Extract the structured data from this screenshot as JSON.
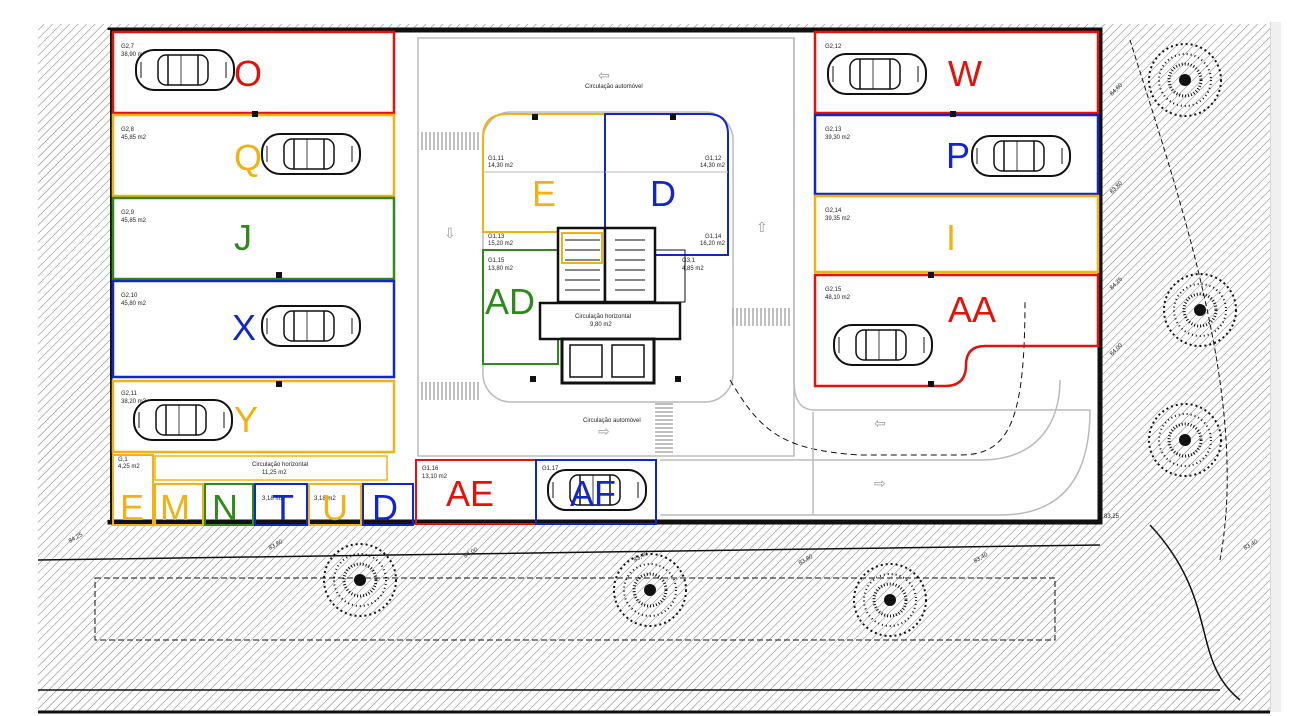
{
  "colors": {
    "red": "#e3120b",
    "orange": "#f2b213",
    "green": "#2f8a1d",
    "blue": "#1226cc",
    "wall": "#111111",
    "hatch": "#7a7a7a"
  },
  "labels": {
    "O": "O",
    "Q": "Q",
    "J": "J",
    "X": "X",
    "Y": "Y",
    "W": "W",
    "P": "P",
    "I": "I",
    "AA": "AA",
    "E_center": "E",
    "D_center": "D",
    "AD": "AD",
    "E_small": "E",
    "M": "M",
    "N": "N",
    "T": "T",
    "U": "U",
    "D_small": "D",
    "AE": "AE",
    "AF": "AF"
  },
  "spaces": {
    "g27": {
      "id": "G2,7",
      "area": "38,90 m2"
    },
    "g28": {
      "id": "G2,8",
      "area": "45,85 m2"
    },
    "g29": {
      "id": "G2,9",
      "area": "45,85 m2"
    },
    "g210": {
      "id": "G2,10",
      "area": "45,80 m2"
    },
    "g211": {
      "id": "G2,11",
      "area": "38,20 m2"
    },
    "g212": {
      "id": "G2,12",
      "area": ""
    },
    "g213": {
      "id": "G2,13",
      "area": "39,30 m2"
    },
    "g214": {
      "id": "G2,14",
      "area": "39,35 m2"
    },
    "g215": {
      "id": "G2,15",
      "area": "48,10 m2"
    },
    "g111": {
      "id": "G1,11",
      "area": "14,30 m2"
    },
    "g112": {
      "id": "G1,12",
      "area": "14,30 m2"
    },
    "g113": {
      "id": "G1,13",
      "area": "15,20 m2"
    },
    "g114": {
      "id": "G1,14",
      "area": "16,20 m2"
    },
    "g115": {
      "id": "G1,15",
      "area": "13,80 m2"
    },
    "g31": {
      "id": "G3,1",
      "area": "4,85 m2"
    },
    "g116": {
      "id": "G1,16",
      "area": "13,10 m2"
    },
    "g117": {
      "id": "G1,17",
      "area": ""
    },
    "g1small": {
      "id": "G,1",
      "area": "4,25 m2"
    },
    "e2": "3,18 m2",
    "e3": "3,18 m2"
  },
  "circulation": {
    "auto_top": "Circulação automóvel",
    "auto_bottom": "Circulação automóvel",
    "horiz_left": {
      "label": "Circulação horizontal",
      "area": "11,25 m2"
    },
    "horiz_center": {
      "label": "Circulação horizontal",
      "area": "9,80 m2"
    }
  },
  "levels": [
    "84,25",
    "83,80",
    "84,00",
    "83,40",
    "83,80",
    "83,40",
    "83,80",
    "83,25",
    "83,80",
    "84,60",
    "84,25",
    "84,00",
    "83,40"
  ],
  "arrows": {
    "left": "⇦",
    "right": "⇨",
    "up": "⇧",
    "down": "⇩"
  }
}
